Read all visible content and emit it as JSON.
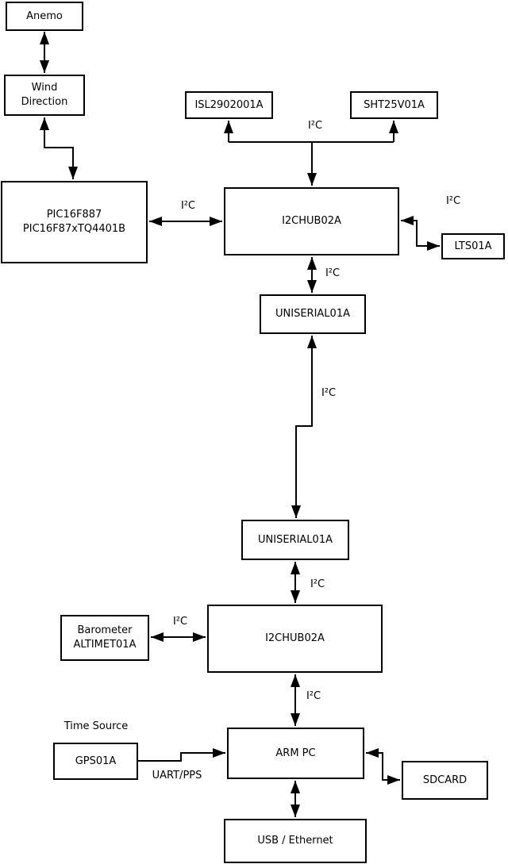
{
  "nodes": {
    "anemo": {
      "label": "Anemo"
    },
    "wind_direction": {
      "label": "Wind\nDirection"
    },
    "pic": {
      "label": "PIC16F887\nPIC16F87xTQ4401B"
    },
    "isl": {
      "label": "ISL2902001A"
    },
    "sht": {
      "label": "SHT25V01A"
    },
    "hub1": {
      "label": "I2CHUB02A"
    },
    "lts": {
      "label": "LTS01A"
    },
    "uniserial1": {
      "label": "UNISERIAL01A"
    },
    "uniserial2": {
      "label": "UNISERIAL01A"
    },
    "barometer": {
      "label": "Barometer\nALTIMET01A"
    },
    "hub2": {
      "label": "I2CHUB02A"
    },
    "gps": {
      "label": "GPS01A"
    },
    "arm_pc": {
      "label": "ARM PC"
    },
    "sdcard": {
      "label": "SDCARD"
    },
    "usb_ethernet": {
      "label": "USB / Ethernet"
    }
  },
  "edge_labels": {
    "i2c_isl_sht": "I²C",
    "i2c_pic_hub1": "I²C",
    "i2c_hub1_lts": "I²C",
    "i2c_hub1_uniserial1": "I²C",
    "i2c_uniserial1_uniserial2": "I²C",
    "i2c_uniserial2_hub2": "I²C",
    "i2c_barometer_hub2": "I²C",
    "i2c_hub2_arm_pc": "I²C",
    "time_source": "Time Source",
    "uart_pps": "UART/PPS"
  },
  "connections": [
    {
      "from": "Anemo",
      "to": "Wind Direction",
      "arrows": "both",
      "label": ""
    },
    {
      "from": "Wind Direction",
      "to": "PIC16F887 PIC16F87xTQ4401B",
      "arrows": "both",
      "label": ""
    },
    {
      "from": "ISL2902001A + SHT25V01A",
      "to": "I2CHUB02A (upper)",
      "arrows": "both",
      "label": "I²C"
    },
    {
      "from": "PIC16F887 PIC16F87xTQ4401B",
      "to": "I2CHUB02A (upper)",
      "arrows": "both",
      "label": "I²C"
    },
    {
      "from": "I2CHUB02A (upper)",
      "to": "LTS01A",
      "arrows": "both",
      "label": "I²C"
    },
    {
      "from": "I2CHUB02A (upper)",
      "to": "UNISERIAL01A (upper)",
      "arrows": "both",
      "label": "I²C"
    },
    {
      "from": "UNISERIAL01A (upper)",
      "to": "UNISERIAL01A (lower)",
      "arrows": "both",
      "label": "I²C"
    },
    {
      "from": "UNISERIAL01A (lower)",
      "to": "I2CHUB02A (lower)",
      "arrows": "both",
      "label": "I²C"
    },
    {
      "from": "Barometer ALTIMET01A",
      "to": "I2CHUB02A (lower)",
      "arrows": "both",
      "label": "I²C"
    },
    {
      "from": "I2CHUB02A (lower)",
      "to": "ARM PC",
      "arrows": "both",
      "label": "I²C"
    },
    {
      "from": "GPS01A",
      "to": "ARM PC",
      "arrows": "to",
      "label": "UART/PPS"
    },
    {
      "from": "ARM PC",
      "to": "SDCARD",
      "arrows": "both",
      "label": ""
    },
    {
      "from": "ARM PC",
      "to": "USB / Ethernet",
      "arrows": "both",
      "label": ""
    }
  ],
  "colors": {
    "line": "#000000",
    "box_fill": "#ffffff",
    "text": "#000000",
    "background": "#ffffff"
  }
}
